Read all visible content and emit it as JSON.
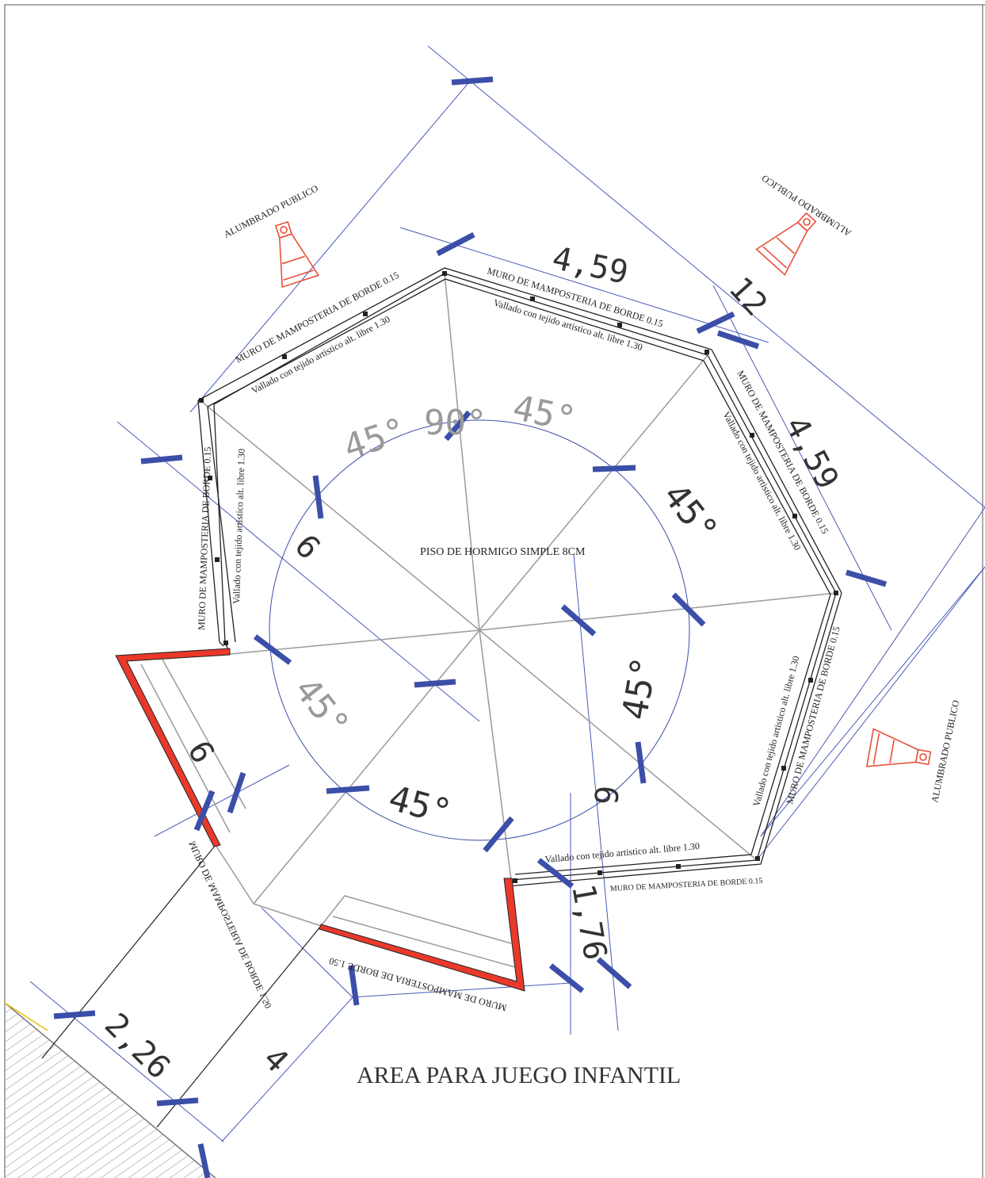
{
  "title": "AREA PARA JUEGO INFANTIL",
  "floor_label": "PISO DE HORMIGO SIMPLE 8CM",
  "walls": {
    "border_wall": "MURO DE MAMPOSTERIA DE BORDE 0.15",
    "fence": "Vallado con tejido artistico alt. libre 1.30",
    "border_wall_150": "MURO DE MAMPOSTERIA DE BORDE 1.50"
  },
  "lighting": {
    "label": "ALUMBRADO PUBLICO"
  },
  "dimensions": {
    "top_side": "4,59",
    "right_side": "4,59",
    "diag_12": "12",
    "radius_left": "6",
    "radius_right": "6",
    "radius_lower_left": "6",
    "entry_width": "4",
    "walk_width": "2,26",
    "gap": "1,76"
  },
  "angles": {
    "a1": "45°",
    "a2": "90°",
    "a3": "45°",
    "a4": "45°",
    "a5": "45°",
    "a6": "45°",
    "a7": "45°"
  },
  "colors": {
    "wall_red": "#e8392a",
    "dim_blue": "#3b4fa8",
    "thin_blue": "#4a5bb8",
    "lamp_red": "#e8503a",
    "grey": "#9a9a9a"
  }
}
